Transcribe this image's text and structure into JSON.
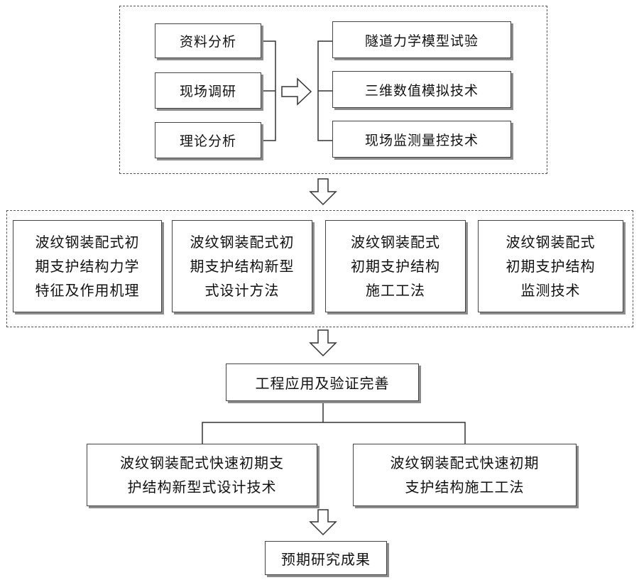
{
  "methods": {
    "left": [
      "资料分析",
      "现场调研",
      "理论分析"
    ],
    "right": [
      "隧道力学模型试验",
      "三维数值模拟技术",
      "现场监测量控技术"
    ]
  },
  "research": {
    "boxes": [
      [
        "波纹钢装配式初",
        "期支护结构力学",
        "特征及作用机理"
      ],
      [
        "波纹钢装配式初",
        "期支护结构新型",
        "式设计方法"
      ],
      [
        "波纹钢装配式",
        "初期支护结构",
        "施工工法"
      ],
      [
        "波纹钢装配式",
        "初期支护结构",
        "监测技术"
      ]
    ]
  },
  "application": {
    "label": "工程应用及验证完善"
  },
  "outputs": {
    "left": [
      "波纹钢装配式快速初期支",
      "护结构新型式设计技术"
    ],
    "right": [
      "波纹钢装配式快速初期",
      "支护结构施工工法"
    ]
  },
  "result": {
    "label": "预期研究成果"
  }
}
